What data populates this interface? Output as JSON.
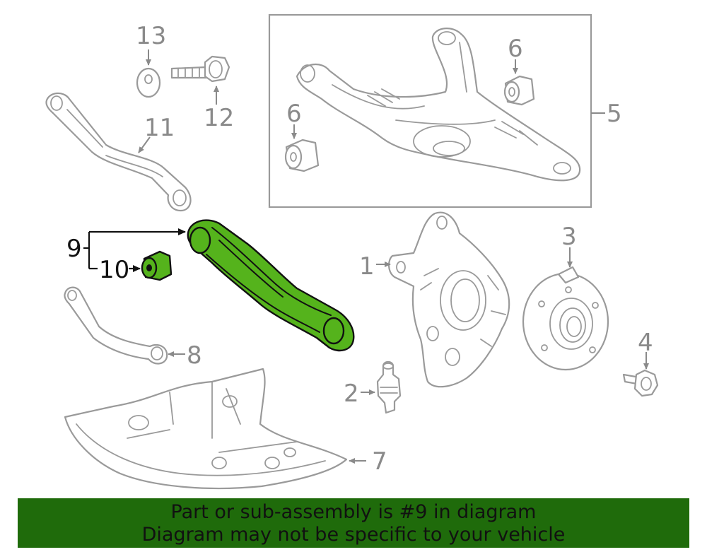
{
  "diagram": {
    "callouts": {
      "c1": "1",
      "c2": "2",
      "c3": "3",
      "c4": "4",
      "c5": "5",
      "c6a": "6",
      "c6b": "6",
      "c7": "7",
      "c8": "8",
      "c9": "9",
      "c10": "10",
      "c11": "11",
      "c12": "12",
      "c13": "13"
    },
    "highlight_color": "#55b31c"
  },
  "banner": {
    "line1": "Part or sub-assembly is #9 in diagram",
    "line2": "Diagram may not be specific to your vehicle",
    "background": "#1f6b0b"
  }
}
